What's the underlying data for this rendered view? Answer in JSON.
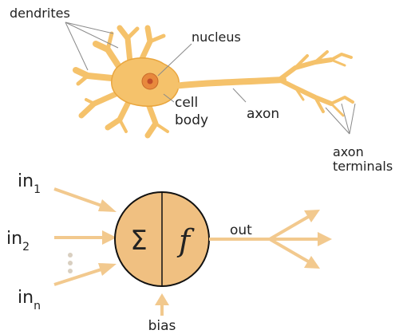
{
  "neuron": {
    "labels": {
      "dendrites": "dendrites",
      "nucleus": "nucleus",
      "cell": "cell",
      "body": "body",
      "axon": "axon",
      "axon_terminals_1": "axon",
      "axon_terminals_2": "terminals"
    }
  },
  "perceptron": {
    "inputs": [
      {
        "base": "in",
        "sub": "1"
      },
      {
        "base": "in",
        "sub": "2"
      },
      {
        "base": "in",
        "sub": "n"
      }
    ],
    "sum_symbol": "Σ",
    "activation_symbol": "f",
    "output_label": "out",
    "bias_label": "bias"
  },
  "colors": {
    "neuron_fill": "#F5C26B",
    "neuron_stroke": "#E9A53D",
    "nucleus_fill": "#E8893D",
    "arrow": "#F2C98E",
    "node_fill": "#F0C081",
    "node_stroke": "#111111",
    "pointer_line": "#8A8A8A"
  }
}
